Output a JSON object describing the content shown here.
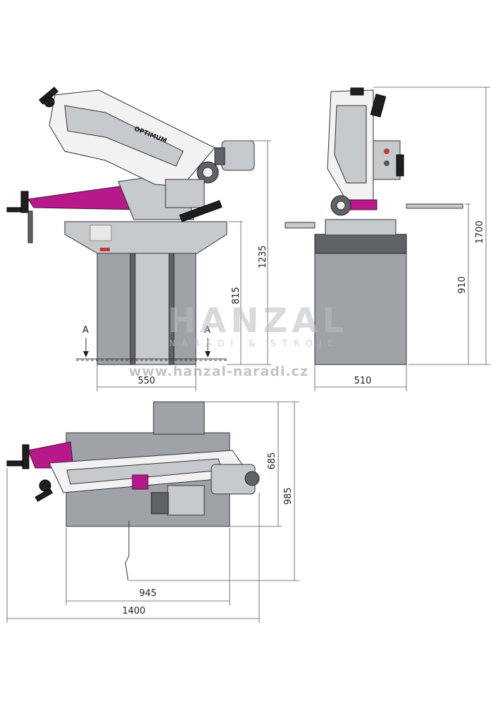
{
  "brand": "OPTIMUM",
  "watermark": {
    "name": "HANZAL",
    "tagline": "NÁŘADÍ & STROJE",
    "url": "www.hanzal-naradi.cz"
  },
  "section_markers": {
    "left": "A",
    "right": "A"
  },
  "dimensions": {
    "front_total_height": "1235",
    "front_table_height": "815",
    "front_base_width": "550",
    "side_total_height": "1700",
    "side_table_height": "910",
    "side_base_width": "510",
    "top_depth_small": "685",
    "top_depth_total": "985",
    "top_width_base": "945",
    "top_width_total": "1400"
  },
  "colors": {
    "machine_gray": "#9fa3a8",
    "light_gray": "#c7cacd",
    "accent_magenta": "#b8198a"
  }
}
